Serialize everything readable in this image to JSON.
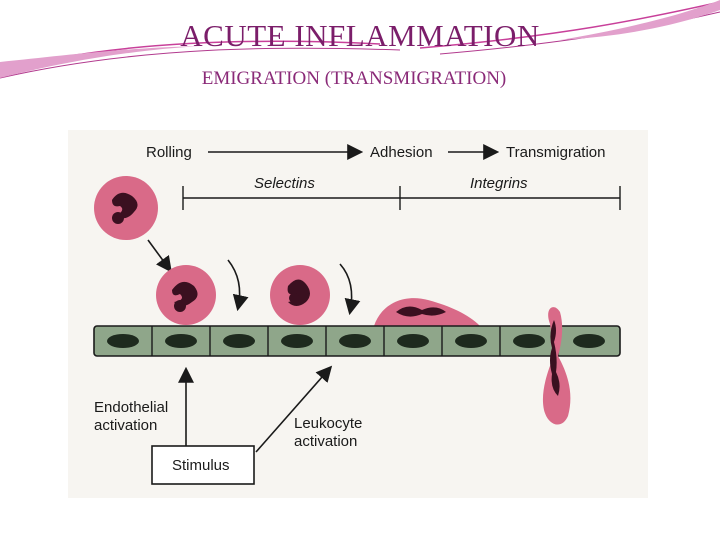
{
  "slide": {
    "title": "ACUTE INFLAMMATION",
    "subtitle": "EMIGRATION (TRANSMIGRATION)",
    "accent_color": "#7b1e6a"
  },
  "figure": {
    "steps": [
      "Rolling",
      "Adhesion",
      "Transmigration"
    ],
    "molecules": [
      "Selectins",
      "Integrins"
    ],
    "labels": {
      "endothelial_1": "Endothelial",
      "endothelial_2": "activation",
      "leukocyte_1": "Leukocyte",
      "leukocyte_2": "activation",
      "stimulus": "Stimulus"
    },
    "colors": {
      "leukocyte": "#d96a88",
      "nucleus": "#3a1020",
      "endothelium": "#8fa68a",
      "endo_nucleus": "#1e2a1e"
    }
  }
}
